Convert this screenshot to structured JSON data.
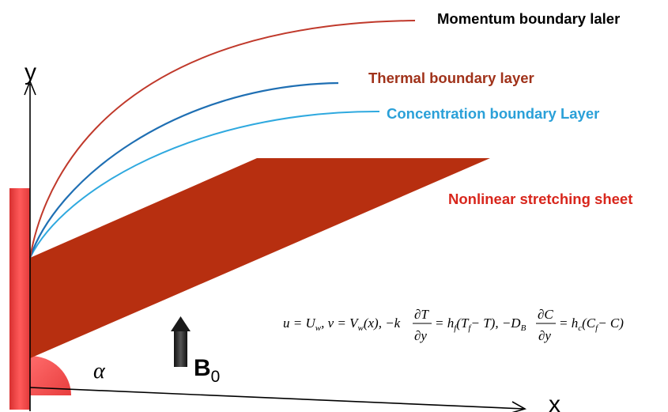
{
  "labels": {
    "momentum": "Momentum boundary laler",
    "thermal": "Thermal boundary layer",
    "concentration": "Concentration boundary Layer",
    "sheet": "Nonlinear stretching sheet",
    "y_axis": "y",
    "x_axis": "x",
    "angle": "α",
    "field": "B",
    "field_sub": "0"
  },
  "equation": {
    "lhs": "u = U",
    "lhs_sub": "w",
    "v_part": ", v = V",
    "v_sub": "w",
    "v_arg": "(x), −k",
    "dT_num": "∂T",
    "dT_den": "∂y",
    "eq1": "= h",
    "hf_sub": "f",
    "paren1": "(T",
    "Tf_sub": "f",
    "paren1_end": "− T), −D",
    "DB_sub": "B",
    "dC_num": "∂C",
    "dC_den": "∂y",
    "eq2": "= h",
    "hc_sub": "c",
    "paren2": "(C",
    "Cf_sub": "f",
    "paren2_end": "− C)"
  },
  "colors": {
    "momentum": "#c0392b",
    "thermal": "#1f6fb3",
    "concentration": "#2fa9df",
    "sheet": "#b72f10",
    "wall": "#ee4444",
    "momentum_text": "#000000",
    "thermal_text": "#a0321a",
    "concentration_text": "#2aa0d8",
    "sheet_text": "#d8261c"
  }
}
